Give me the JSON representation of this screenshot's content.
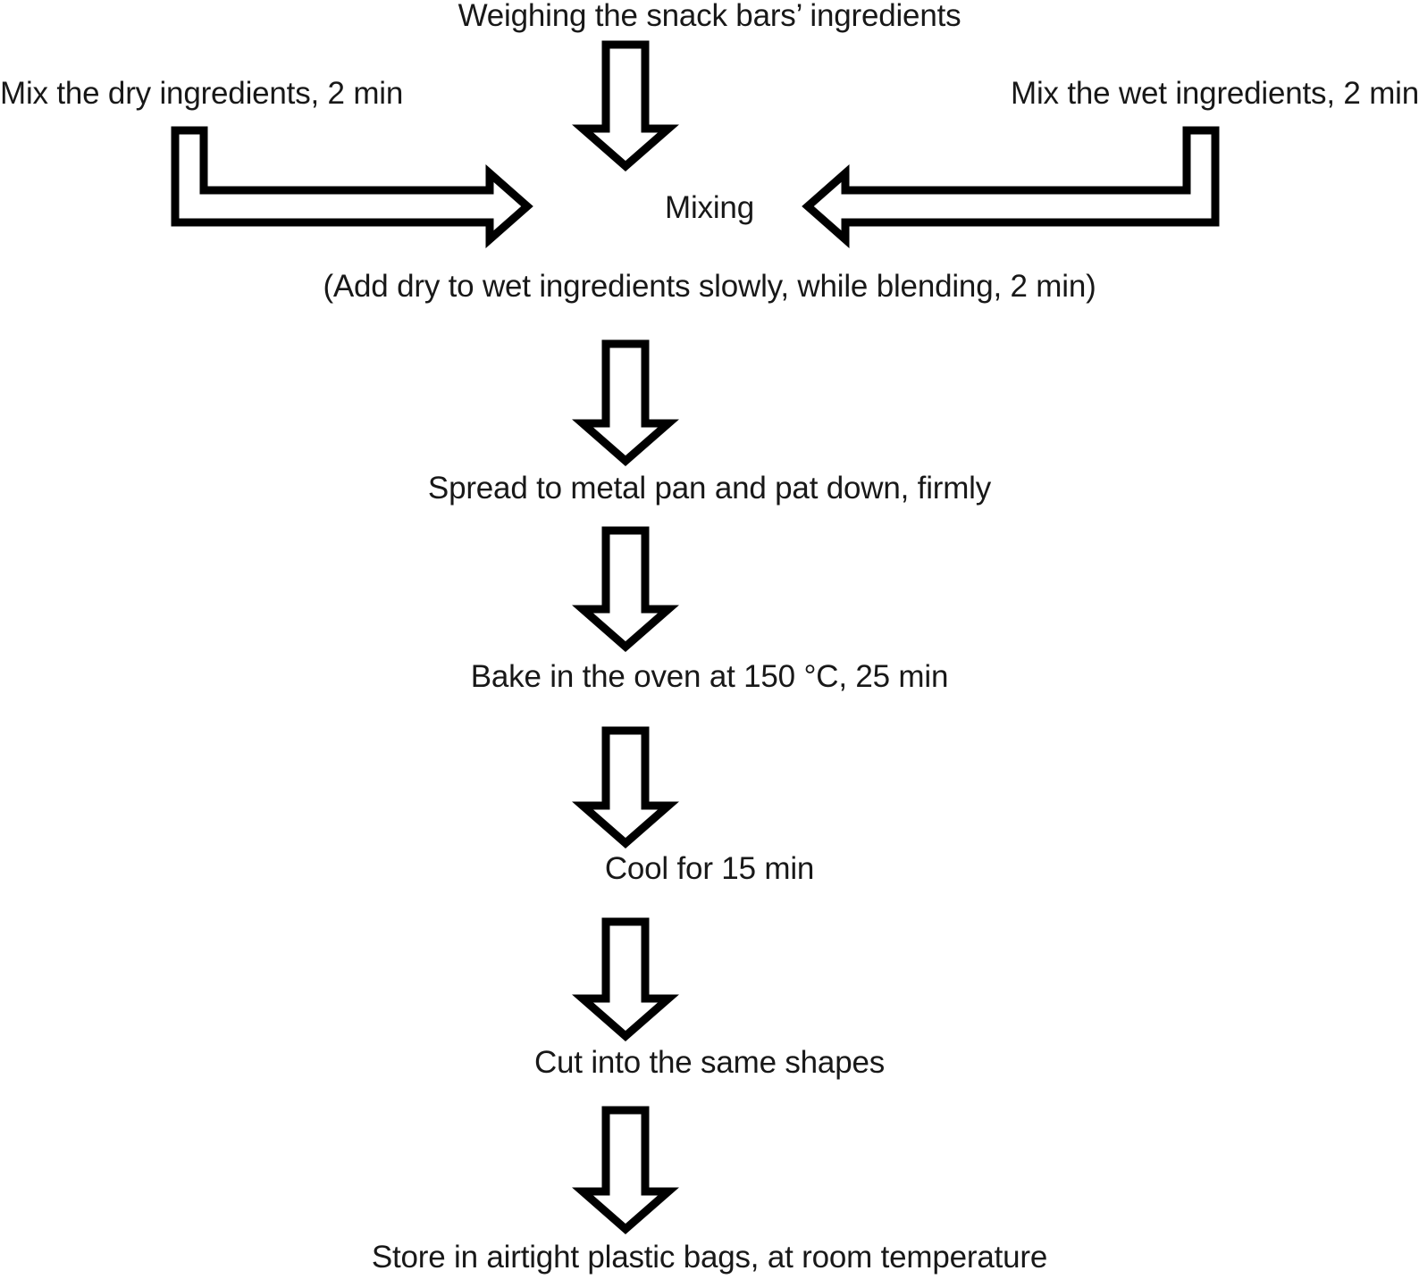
{
  "diagram": {
    "title": "Weighing the snack bars' ingredients",
    "type": "process-flowchart",
    "background_color": "#ffffff",
    "line_color": "#000000",
    "text_color": "#181818",
    "nodes": [
      {
        "id": "weighing",
        "label": "Weighing the snack bars’ ingredients"
      },
      {
        "id": "mix-dry",
        "label": "Mix the dry ingredients, 2 min"
      },
      {
        "id": "mix-wet",
        "label": "Mix the wet ingredients, 2 min"
      },
      {
        "id": "mixing",
        "label": "Mixing"
      },
      {
        "id": "mixing-note",
        "label": "(Add dry to wet ingredients slowly, while blending, 2 min)"
      },
      {
        "id": "spread",
        "label": "Spread to metal pan and pat down, firmly"
      },
      {
        "id": "bake",
        "label": "Bake in the oven at 150 °C, 25 min"
      },
      {
        "id": "cool",
        "label": "Cool for 15 min"
      },
      {
        "id": "cut",
        "label": "Cut into the same shapes"
      },
      {
        "id": "store",
        "label": "Store in airtight plastic bags, at room temperature"
      }
    ],
    "connectors": [
      {
        "id": "weighing-to-mixing",
        "from": "weighing",
        "to": "mixing",
        "direction": "down",
        "style": "hollow-block-arrow"
      },
      {
        "id": "dry-to-mixing",
        "from": "mix-dry",
        "to": "mixing",
        "direction": "right",
        "style": "hollow-elbow-arrow"
      },
      {
        "id": "wet-to-mixing",
        "from": "mix-wet",
        "to": "mixing",
        "direction": "left",
        "style": "hollow-elbow-arrow"
      },
      {
        "id": "mixing-to-spread",
        "from": "mixing",
        "to": "spread",
        "direction": "down",
        "style": "hollow-block-arrow"
      },
      {
        "id": "spread-to-bake",
        "from": "spread",
        "to": "bake",
        "direction": "down",
        "style": "hollow-block-arrow"
      },
      {
        "id": "bake-to-cool",
        "from": "bake",
        "to": "cool",
        "direction": "down",
        "style": "hollow-block-arrow"
      },
      {
        "id": "cool-to-cut",
        "from": "cool",
        "to": "cut",
        "direction": "down",
        "style": "hollow-block-arrow"
      },
      {
        "id": "cut-to-store",
        "from": "cut",
        "to": "store",
        "direction": "down",
        "style": "hollow-block-arrow"
      }
    ]
  }
}
